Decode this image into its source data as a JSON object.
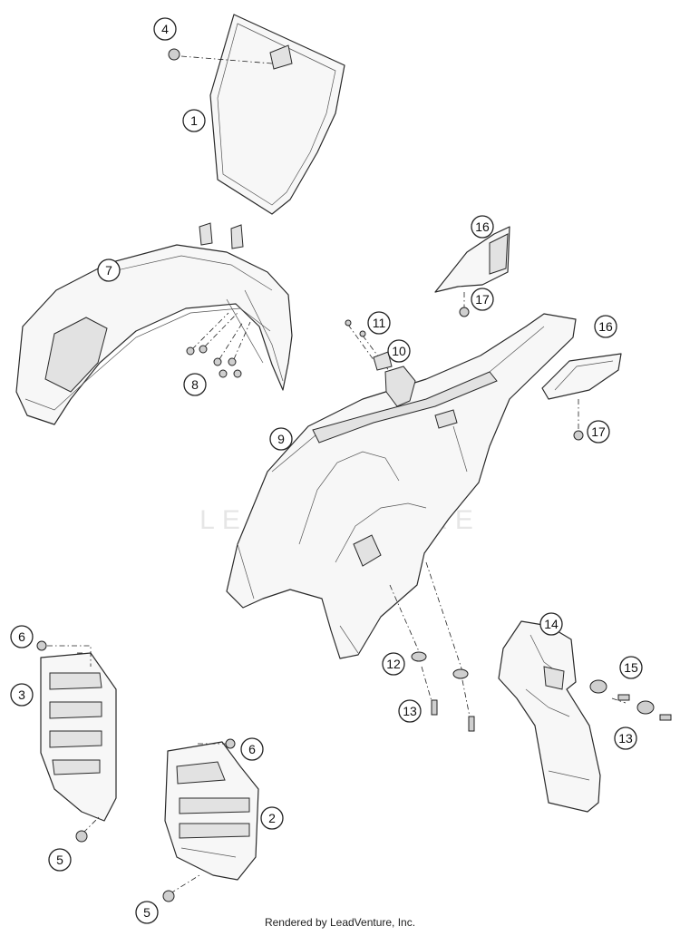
{
  "watermark": "LEADVENTURE",
  "footer": "Rendered by LeadVenture, Inc.",
  "callouts": [
    "4",
    "1",
    "7",
    "8",
    "16",
    "17",
    "11",
    "10",
    "9",
    "16",
    "17",
    "6",
    "3",
    "5",
    "6",
    "2",
    "5",
    "14",
    "12",
    "13",
    "15",
    "13"
  ]
}
